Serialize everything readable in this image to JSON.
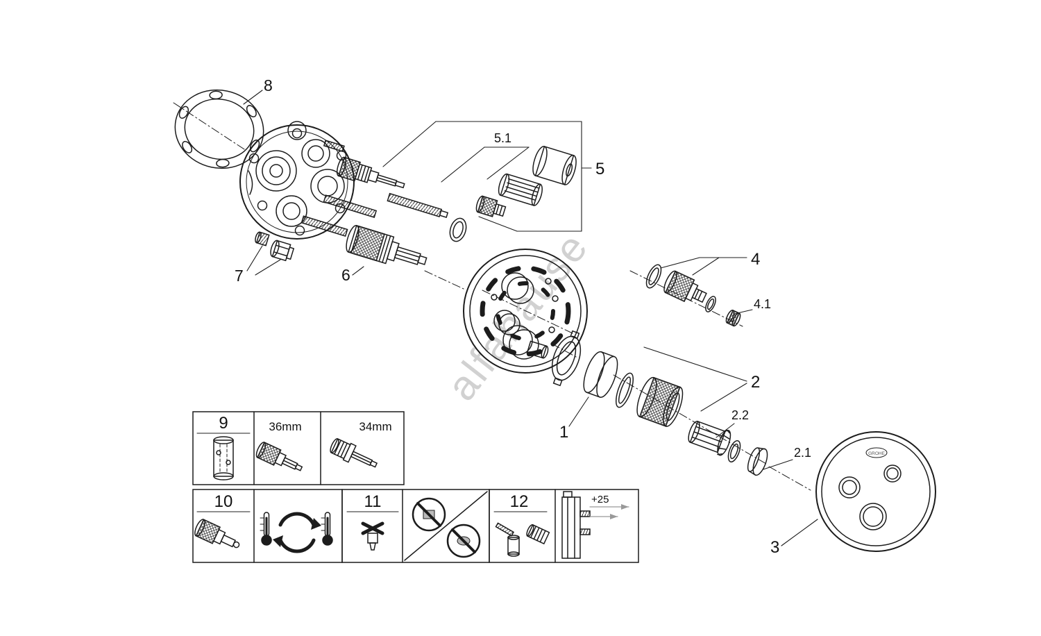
{
  "diagram": {
    "watermark": "alfahause",
    "brand_mark": "GROHE",
    "callouts": {
      "c1": "1",
      "c2": "2",
      "c2_1": "2.1",
      "c2_2": "2.2",
      "c3": "3",
      "c4": "4",
      "c4_1": "4.1",
      "c5": "5",
      "c5_1": "5.1",
      "c6": "6",
      "c7": "7",
      "c8": "8"
    },
    "spec_boxes": {
      "b9": "9",
      "b10": "10",
      "b11": "11",
      "b12": "12"
    },
    "dimensions": {
      "cartridge_36": "36mm",
      "cartridge_34": "34mm",
      "offset_25": "+25"
    }
  }
}
